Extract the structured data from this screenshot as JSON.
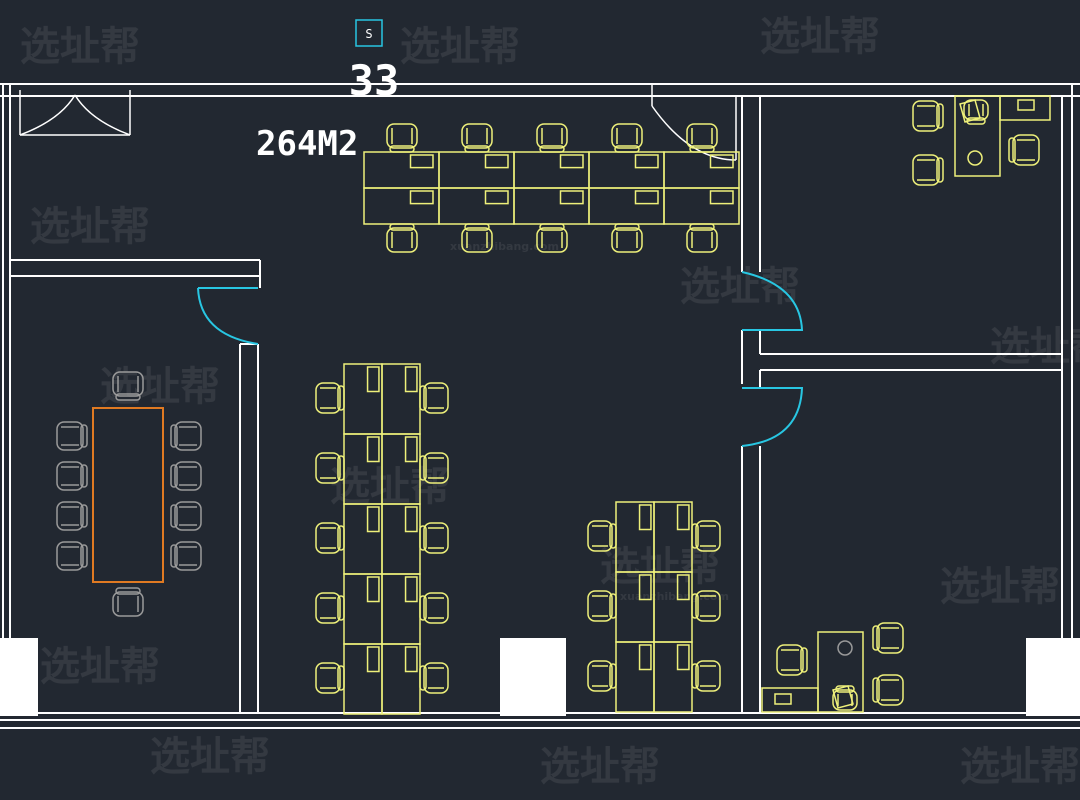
{
  "plan": {
    "unit_number": "33",
    "area_label": "264M2",
    "elevator_symbol": "S",
    "watermark_text": "选址帮",
    "watermark_subtext": "xuanzhibang.com"
  },
  "colors": {
    "background": "#222831",
    "walls": "#ffffff",
    "furniture": "#eef07a",
    "meeting_furniture": "#9a9a9a",
    "meeting_table": "#e07a22",
    "doors": "#28c6e2",
    "elevator_box": "#28c6e2",
    "pillars": "#ffffff"
  },
  "furniture": {
    "top_workstation_desks": 10,
    "top_workstation_chairs": 10,
    "left_workstation_desks": 10,
    "left_workstation_chairs": 10,
    "right_workstation_desks": 6,
    "right_workstation_chairs": 6,
    "meeting_room_chairs": 10,
    "office_upper_chairs": 4,
    "office_lower_chairs": 4
  }
}
